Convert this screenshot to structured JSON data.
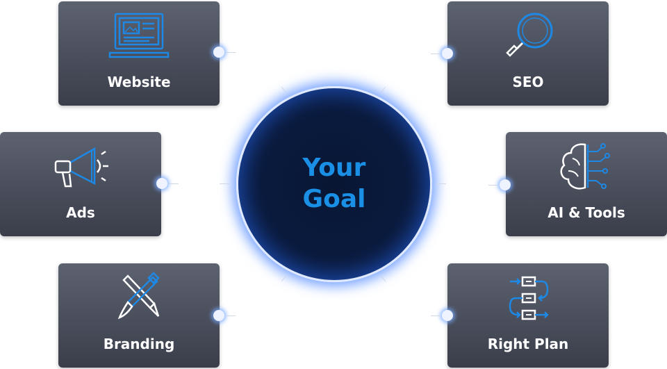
{
  "center": {
    "line1": "Your",
    "line2": "Goal"
  },
  "cards": {
    "website": {
      "label": "Website",
      "icon": "laptop-icon"
    },
    "seo": {
      "label": "SEO",
      "icon": "magnifier-icon"
    },
    "ads": {
      "label": "Ads",
      "icon": "megaphone-icon"
    },
    "ai_tools": {
      "label": "AI & Tools",
      "icon": "brain-circuit-icon"
    },
    "branding": {
      "label": "Branding",
      "icon": "pencil-brush-icon"
    },
    "right_plan": {
      "label": "Right Plan",
      "icon": "flowchart-icon"
    }
  },
  "colors": {
    "card_top": "#5d6270",
    "card_bottom": "#3a3e4b",
    "icon_blue": "#1e88e5",
    "center_text": "#1a8fe6",
    "glow": "#4682ff"
  }
}
